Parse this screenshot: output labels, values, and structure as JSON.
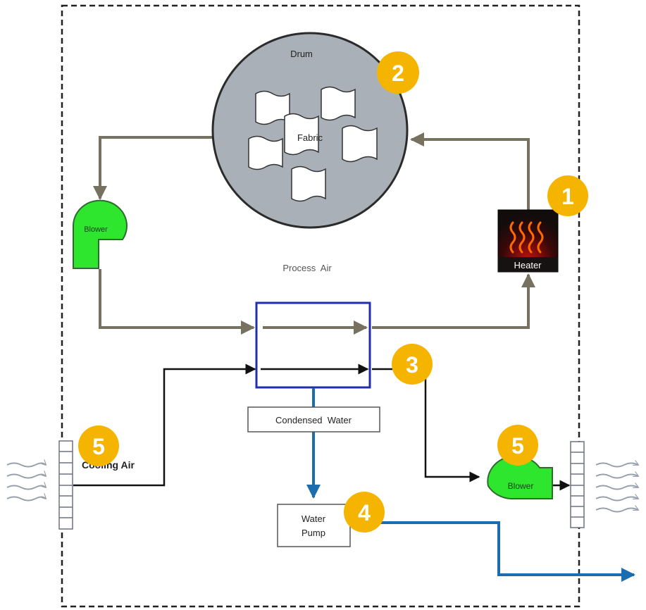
{
  "components": {
    "drum": {
      "label": "Drum",
      "content": "Fabric"
    },
    "blower_left": {
      "label": "Blower"
    },
    "blower_right": {
      "label": "Blower"
    },
    "heater": {
      "label": "Heater"
    },
    "process_air": {
      "label": "Process  Air"
    },
    "condensed_water": {
      "label": "Condensed  Water"
    },
    "water_pump": {
      "label_line1": "Water",
      "label_line2": "Pump"
    },
    "cooling_air": {
      "label": "Cooling Air"
    }
  },
  "badges": [
    {
      "number": "1"
    },
    {
      "number": "2"
    },
    {
      "number": "3"
    },
    {
      "number": "4"
    },
    {
      "number": "5"
    },
    {
      "number": "5"
    }
  ],
  "colors": {
    "process_air_flow": "#77715f",
    "cooling_air_flow": "#111111",
    "water_flow": "#1b6db0",
    "blower_fill": "#2ee62e",
    "drum_fill": "#aab0b8",
    "condenser_border": "#1f2fb0",
    "badge_fill": "#f5b400",
    "heater_bg": "#141010",
    "heater_coil": "#ff6a00"
  }
}
